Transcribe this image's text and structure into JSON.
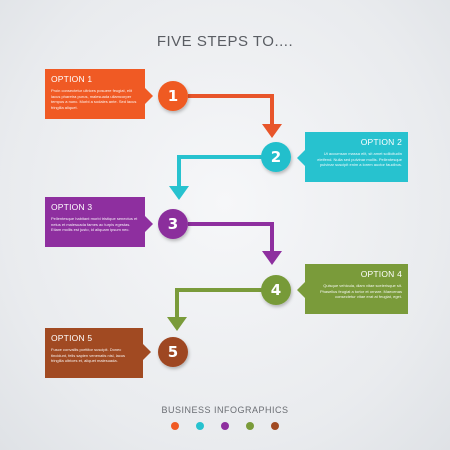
{
  "title": "FIVE STEPS TO....",
  "footer": "BUSINESS INFOGRAPHICS",
  "steps": [
    {
      "number": "1",
      "heading": "OPTION 1",
      "color": "#f05a24",
      "circle": "#ef5a23",
      "text": "Proin consectetur ultrices posuere feugiat, elit lacus pharetra purus, malesuada ullamcorper tempus a nunc. Morbi a sodales ante. Sed lacus fringilla aliquet."
    },
    {
      "number": "2",
      "heading": "OPTION 2",
      "color": "#27c2cf",
      "circle": "#22bfcc",
      "text": "Ut accumsan massa elit, sit amet sollicitudin eleifend. Nulla sed pulvinar mollis. Pellentesque pulvinar suscipit enim a lorem auctor faucibus."
    },
    {
      "number": "3",
      "heading": "OPTION 3",
      "color": "#8e2f9f",
      "circle": "#8b2e9c",
      "text": "Pellentesque habitant morbi tristique senectus et netus et malesuada fames ac turpis egestas. Etiam mollis est justo, id aliquam ipsum nec."
    },
    {
      "number": "4",
      "heading": "OPTION 4",
      "color": "#7a9b3a",
      "circle": "#779a38",
      "text": "Quisque vehicula, diam vitae scelerisque sit. Phasellus feugiat a tortor et ornare. Maecenas consectetur vitae erat at feugiat, eget."
    },
    {
      "number": "5",
      "heading": "OPTION 5",
      "color": "#a14a22",
      "circle": "#9e4721",
      "text": "Fusce convallis porttitor suscipit. Donec tincidunt, felis sapien venenatis nisl, lacus fringilla ultrices et, aliquet malesuada."
    }
  ]
}
